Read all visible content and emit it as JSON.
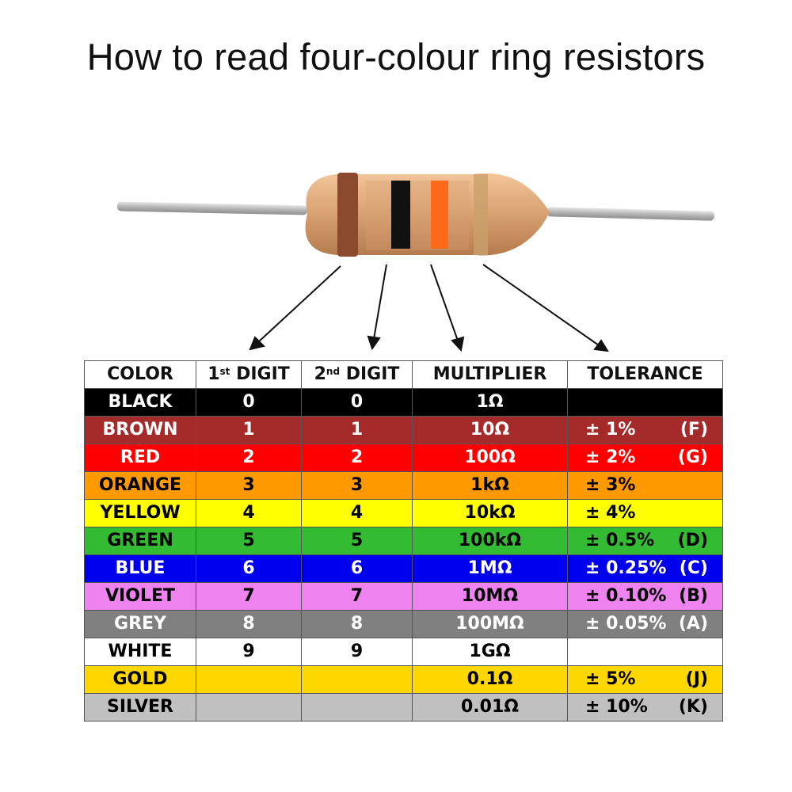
{
  "title": "How to read four-colour ring resistors",
  "table": {
    "headers": {
      "color": "COLOR",
      "first_num": "1",
      "first_sup": "st",
      "first_word": " DIGIT",
      "second_num": "2",
      "second_sup": "nd",
      "second_word": " DIGIT",
      "multiplier": "MULTIPLIER",
      "tolerance": "TOLERANCE"
    },
    "rows": [
      {
        "name": "BLACK",
        "d1": "0",
        "d2": "0",
        "mult": "1Ω",
        "tol": "",
        "code": "",
        "bg": "#000000",
        "fg": "#ffffff",
        "name_fg": "#ffffff"
      },
      {
        "name": "BROWN",
        "d1": "1",
        "d2": "1",
        "mult": "10Ω",
        "tol": "± 1%",
        "code": "(F)",
        "bg": "#a52a2a",
        "fg": "#ffffff",
        "name_fg": "#ffffff"
      },
      {
        "name": "RED",
        "d1": "2",
        "d2": "2",
        "mult": "100Ω",
        "tol": "± 2%",
        "code": "(G)",
        "bg": "#ff0000",
        "fg": "#ffffff",
        "name_fg": "#ffffff"
      },
      {
        "name": "ORANGE",
        "d1": "3",
        "d2": "3",
        "mult": "1kΩ",
        "tol": "± 3%",
        "code": "",
        "bg": "#ff9900",
        "fg": "#000000",
        "name_fg": "#000000"
      },
      {
        "name": "YELLOW",
        "d1": "4",
        "d2": "4",
        "mult": "10kΩ",
        "tol": "± 4%",
        "code": "",
        "bg": "#ffff00",
        "fg": "#000000",
        "name_fg": "#000000"
      },
      {
        "name": "GREEN",
        "d1": "5",
        "d2": "5",
        "mult": "100kΩ",
        "tol": "± 0.5%",
        "code": "(D)",
        "bg": "#33bb33",
        "fg": "#000000",
        "name_fg": "#000000"
      },
      {
        "name": "BLUE",
        "d1": "6",
        "d2": "6",
        "mult": "1MΩ",
        "tol": "± 0.25%",
        "code": "(C)",
        "bg": "#0000ee",
        "fg": "#ffffff",
        "name_fg": "#ffffff"
      },
      {
        "name": "VIOLET",
        "d1": "7",
        "d2": "7",
        "mult": "10MΩ",
        "tol": "± 0.10%",
        "code": "(B)",
        "bg": "#ee82ee",
        "fg": "#000000",
        "name_fg": "#000000"
      },
      {
        "name": "GREY",
        "d1": "8",
        "d2": "8",
        "mult": "100MΩ",
        "tol": "± 0.05%",
        "code": "(A)",
        "bg": "#808080",
        "fg": "#ffffff",
        "name_fg": "#ffffff"
      },
      {
        "name": "WHITE",
        "d1": "9",
        "d2": "9",
        "mult": "1GΩ",
        "tol": "",
        "code": "",
        "bg": "#ffffff",
        "fg": "#000000",
        "name_fg": "#000000"
      },
      {
        "name": "GOLD",
        "d1": "",
        "d2": "",
        "mult": "0.1Ω",
        "tol": "± 5%",
        "code": "(J)",
        "bg": "#ffd700",
        "fg": "#000000",
        "name_fg": "#000000"
      },
      {
        "name": "SILVER",
        "d1": "",
        "d2": "",
        "mult": "0.01Ω",
        "tol": "± 10%",
        "code": "(K)",
        "bg": "#c0c0c0",
        "fg": "#000000",
        "name_fg": "#000000"
      }
    ]
  },
  "resistor": {
    "body_color": "#d9a273",
    "band_colors": [
      "#8b4a2e",
      "#111111",
      "#ff6a1a",
      "#c9a06a"
    ],
    "lead_color": "#b8b8b8"
  }
}
